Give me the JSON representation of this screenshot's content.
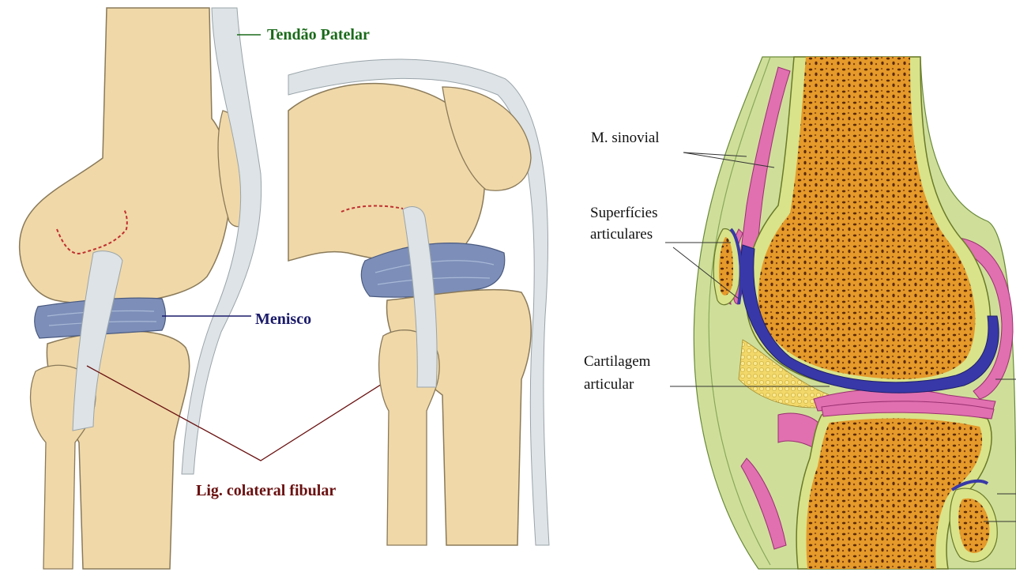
{
  "left_figure": {
    "labels": {
      "patellar_tendon": "Tendão Patelar",
      "meniscus": "Menisco",
      "fibular_collateral": "Lig. colateral fibular"
    }
  },
  "right_figure": {
    "labels": {
      "synovial": "M. sinovial",
      "articular_surfaces_line1": "Superfícies",
      "articular_surfaces_line2": "articulares",
      "cartilage_line1": "Cartilagem",
      "cartilage_line2": "articular"
    }
  },
  "colors": {
    "bone": "#f0d8a8",
    "bone_outline": "#8a7a5a",
    "ligament": "#dde3e6",
    "meniscus": "#7d8fb8",
    "label_green": "#1a6a1a",
    "label_navy": "#1a1a6a",
    "label_darkred": "#6a1010",
    "spongy_bone": "#d98a1e",
    "synovial_pink": "#e070b0",
    "cartilage_blue": "#3838a8",
    "capsule_green": "#cfdf9a"
  }
}
